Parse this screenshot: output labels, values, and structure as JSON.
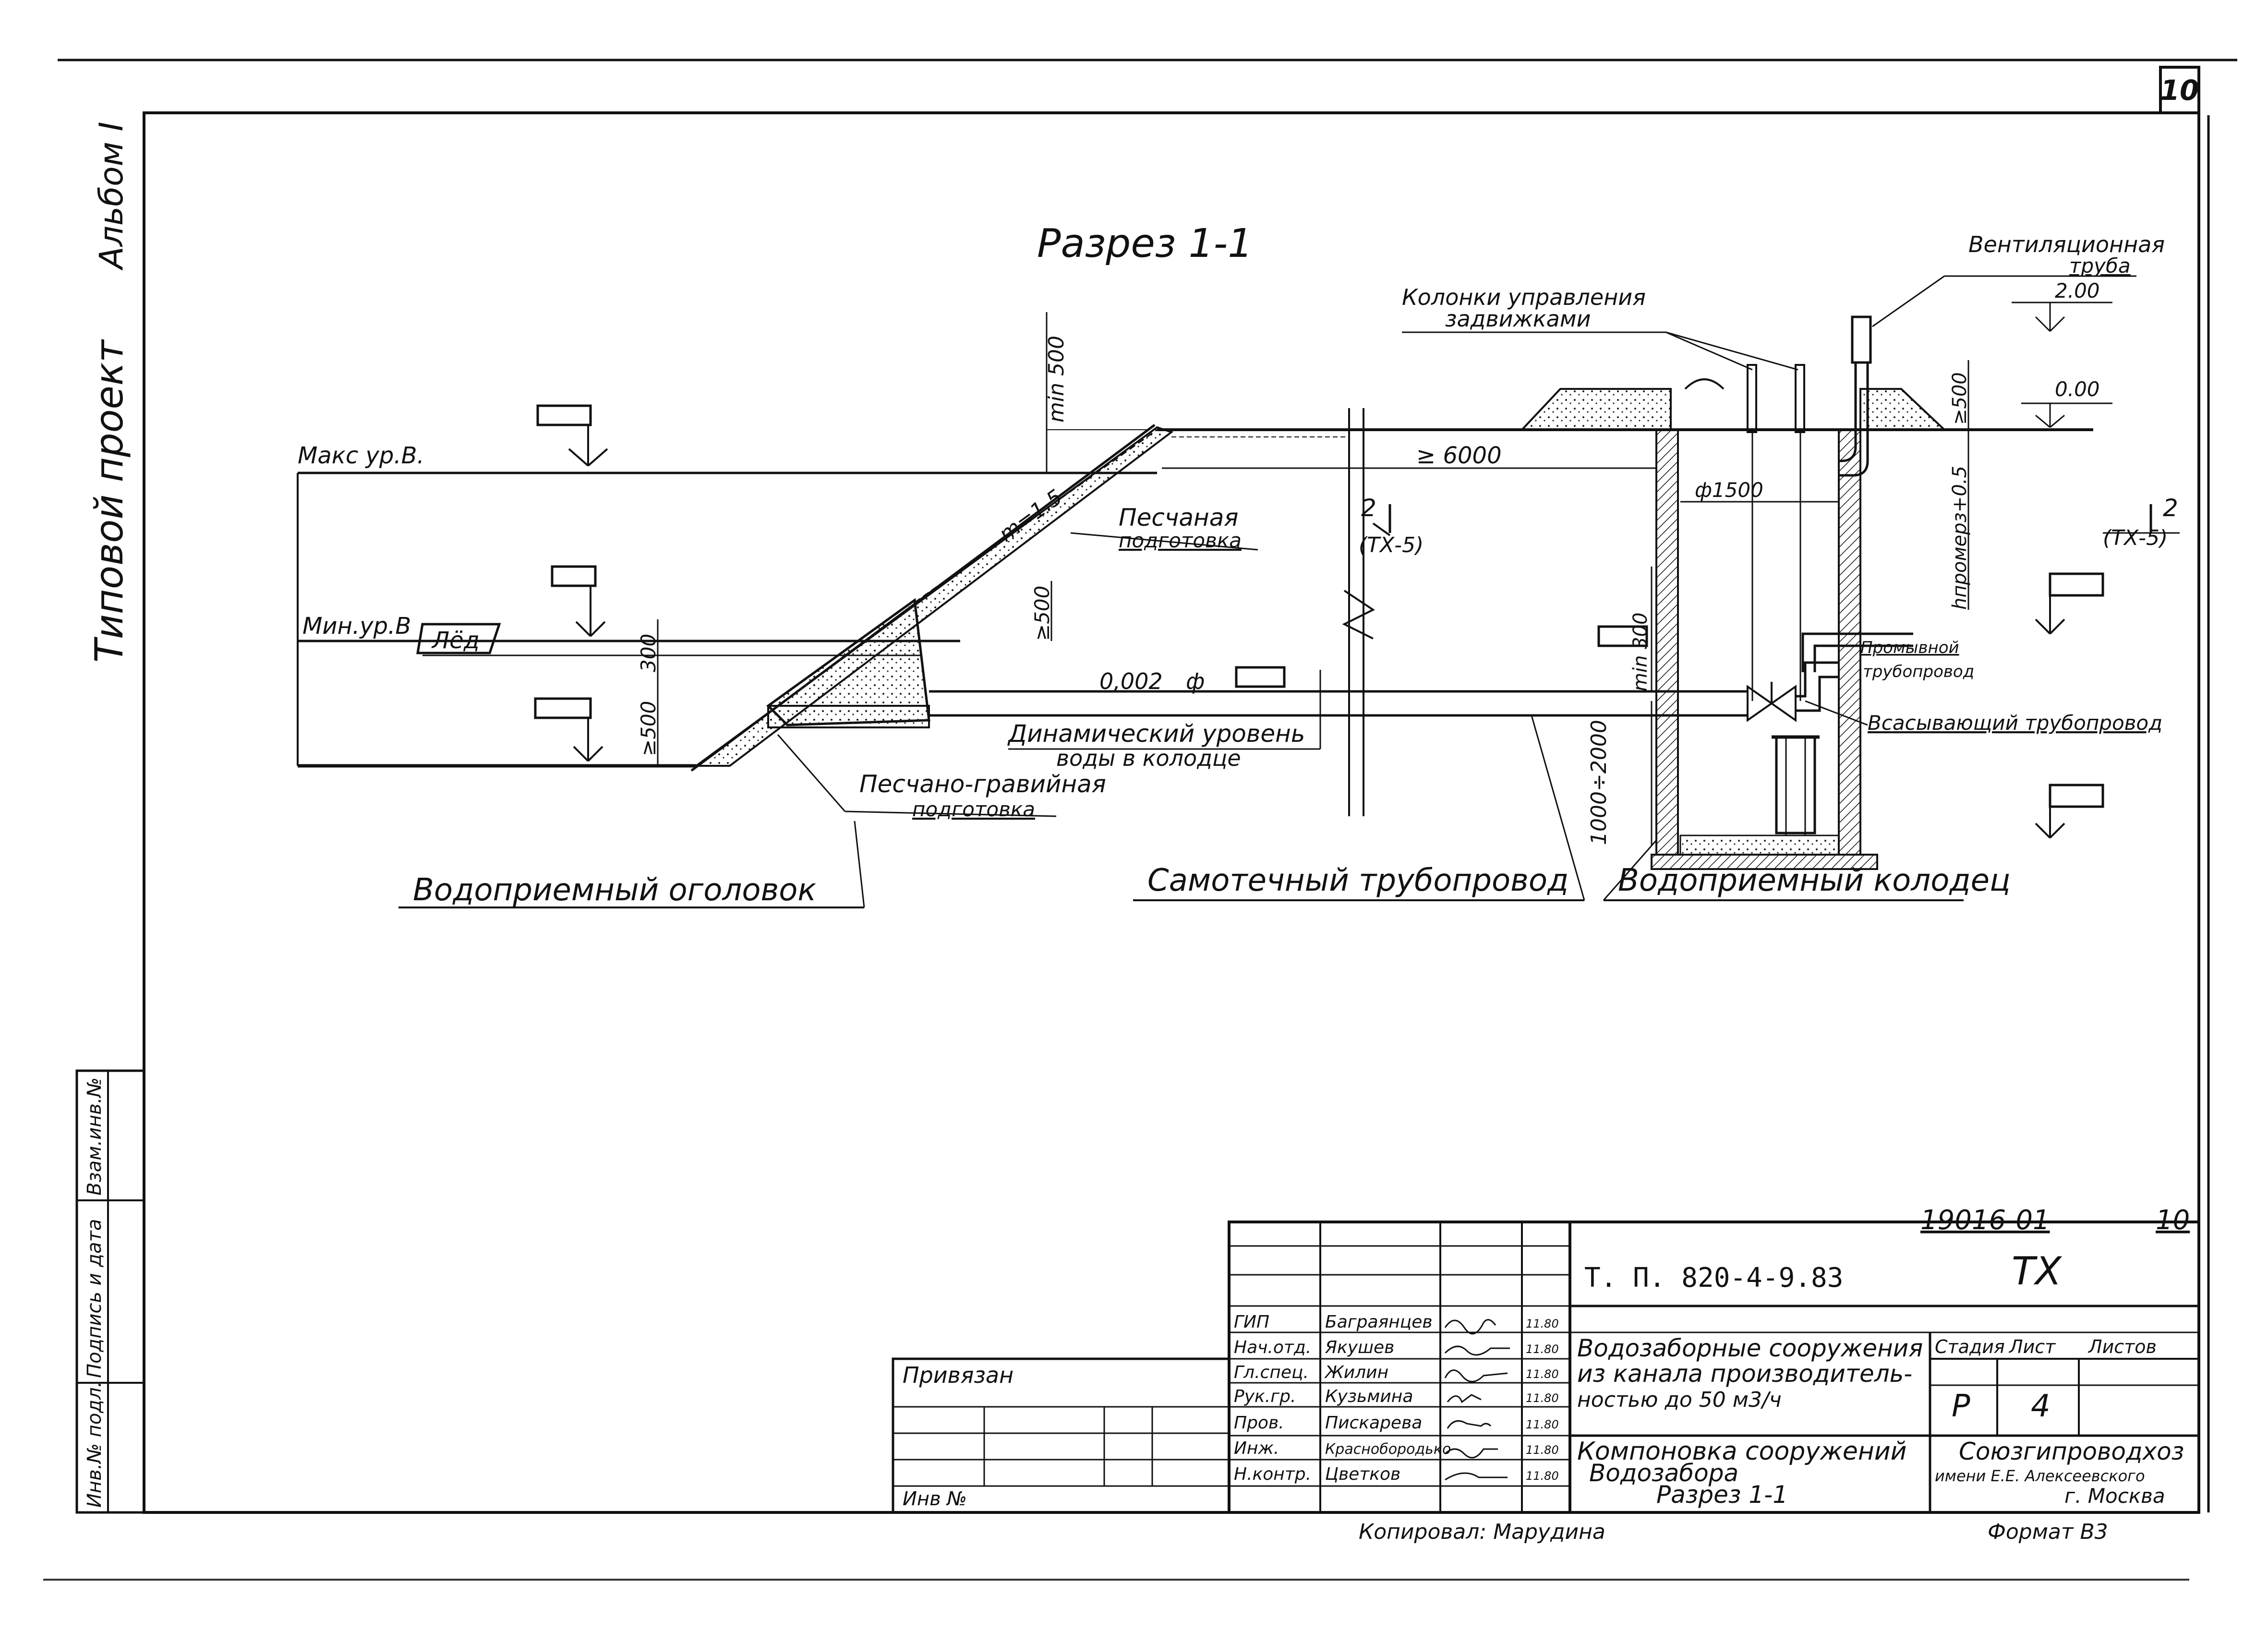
{
  "sheet_number": "10",
  "side_labels": {
    "album": "Альбом I",
    "project_type": "Типовой проект"
  },
  "left_stamp": {
    "inv_podl": "Инв.№ подл.",
    "signature_date": "Подпись и дата",
    "vzam_inv": "Взам.инв.№"
  },
  "drawing": {
    "title": "Разрез 1-1",
    "max_level": "Макс ур.В.",
    "min_level": "Мин.ур.В",
    "ice": "Лёд",
    "slope": "m=1.5",
    "sand_prep": [
      "Песчаная",
      "подготовка"
    ],
    "sand_gravel_prep": [
      "Песчано-гравийная",
      "подготовка"
    ],
    "dynamic_level": [
      "Динамический уровень",
      "воды в колодце"
    ],
    "pipe_slope": "0,002",
    "phi": "ф",
    "dim_min500": "min 500",
    "dim_min300": "min 300",
    "dim_300": "300",
    "dim_ge500a": "≥500",
    "dim_ge500b": "≥500",
    "dim_ge500c": "≥500",
    "dim_6000": "≥ 6000",
    "dim_phi1500": "ф1500",
    "dim_1000_2000": "1000÷2000",
    "dim_hpromerz": "hпромерз+0.5",
    "section_mark": "2",
    "section_ref": "(ТХ-5)",
    "control_columns": [
      "Колонки управления",
      "задвижками"
    ],
    "vent_pipe": [
      "Вентиляционная",
      "труба"
    ],
    "level_200": "2.00",
    "level_000": "0.00",
    "flush_pipe": [
      "Промывной",
      "трубопровод"
    ],
    "suction_pipe": "Всасывающий трубопровод",
    "intake_head": "Водоприемный оголовок",
    "gravity_pipe": "Самотечный трубопровод",
    "intake_well": "Водоприемный колодец"
  },
  "title_block": {
    "doc_code": "19016-01",
    "doc_sheet": "10",
    "project_code": "Т. П. 820-4-9.83",
    "stage_mark": "ТХ",
    "privyazan": "Привязан",
    "inv_no": "Инв №",
    "staff": [
      {
        "role": "ГИП",
        "name": "Баграянцев",
        "date": "11.80"
      },
      {
        "role": "Нач.отд.",
        "name": "Якушев",
        "date": "11.80"
      },
      {
        "role": "Гл.спец.",
        "name": "Жилин",
        "date": "11.80"
      },
      {
        "role": "Рук.гр.",
        "name": "Кузьмина",
        "date": "11.80"
      },
      {
        "role": "Пров.",
        "name": "Пискарева",
        "date": "11.80"
      },
      {
        "role": "Инж.",
        "name": "Краснобородько",
        "date": "11.80"
      },
      {
        "role": "Н.контр.",
        "name": "Цветков",
        "date": "11.80"
      }
    ],
    "object_title": [
      "Водозаборные сооружения",
      "из канала производитель-",
      "ностью до 50 м3/ч"
    ],
    "sheet_title": [
      "Компоновка сооружений",
      "Водозабора",
      "Разрез 1-1"
    ],
    "headers": {
      "stage": "Стадия",
      "sheet": "Лист",
      "sheets": "Листов"
    },
    "stage_value": "Р",
    "sheet_value": "4",
    "organization": [
      "Союзгипроводхоз",
      "имени Е.Е. Алексеевского",
      "г. Москва"
    ],
    "copied": "Копировал: Марудина",
    "format": "Формат В3"
  }
}
